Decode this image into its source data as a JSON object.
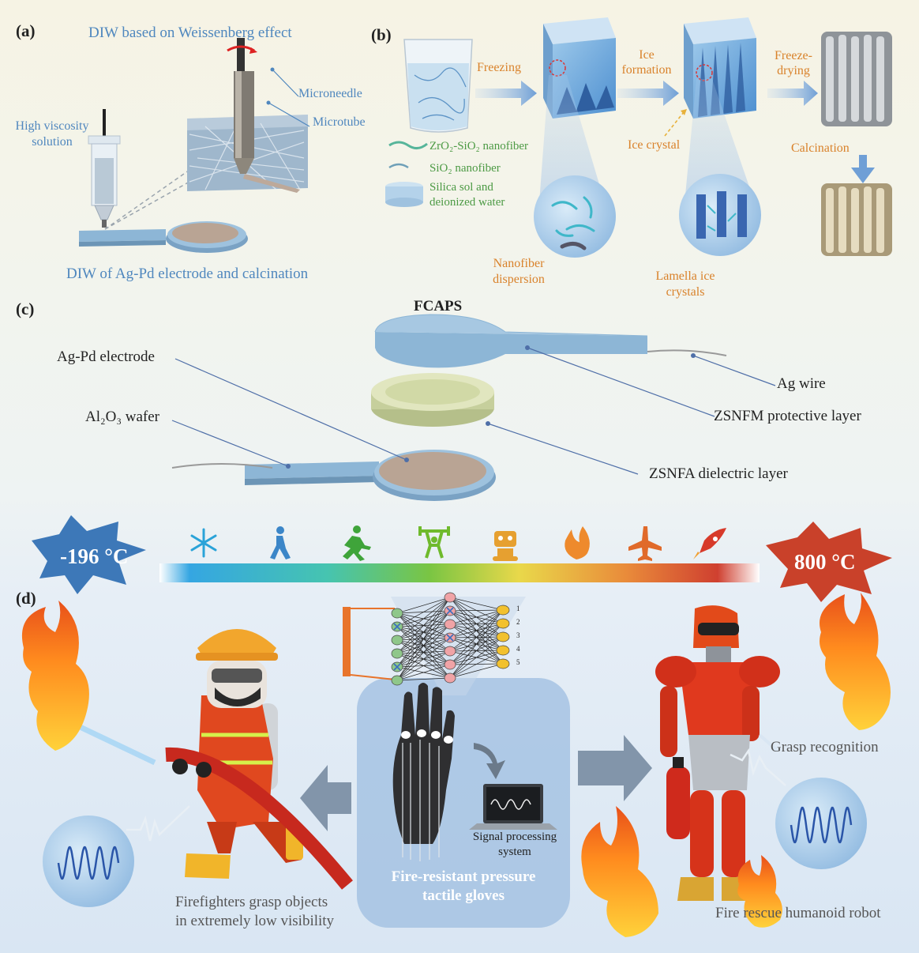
{
  "panels": {
    "a": "(a)",
    "b": "(b)",
    "c": "(c)",
    "d": "(d)"
  },
  "a": {
    "title": "DIW based on Weissenberg effect",
    "microneedle": "Microneedle",
    "microtube": "Microtube",
    "high_viscosity_1": "High viscosity",
    "high_viscosity_2": "solution",
    "bottom": "DIW of Ag-Pd electrode and calcination"
  },
  "b": {
    "freezing": "Freezing",
    "ice_formation_1": "Ice",
    "ice_formation_2": "formation",
    "freeze_drying_1": "Freeze-",
    "freeze_drying_2": "drying",
    "ice_crystal": "Ice crystal",
    "calcination": "Calcination",
    "legend_zro2_sio2": "ZrO₂-SiO₂ nanofiber",
    "legend_sio2": "SiO₂ nanofiber",
    "legend_sol_1": "Silica sol and",
    "legend_sol_2": "deionized water",
    "nanofiber_dispersion_1": "Nanofiber",
    "nanofiber_dispersion_2": "dispersion",
    "lamella_1": "Lamella ice",
    "lamella_2": "crystals"
  },
  "c": {
    "title": "FCAPS",
    "ag_pd_electrode": "Ag-Pd electrode",
    "al2o3_wafer": "Al₂O₃ wafer",
    "ag_wire": "Ag wire",
    "zsnfm": "ZSNFM protective layer",
    "zsnfa": "ZSNFA dielectric layer"
  },
  "temps": {
    "low": "-196 °C",
    "high": "800 °C"
  },
  "temperature_icons": [
    "snowflake-icon",
    "walking-person-icon",
    "running-person-icon",
    "weightlifting-icon",
    "robot-icon",
    "flame-icon",
    "airplane-icon",
    "rocket-icon"
  ],
  "d": {
    "neuron_outputs": [
      "1",
      "2",
      "3",
      "4",
      "5"
    ],
    "signal_1": "Signal processing",
    "signal_2": "system",
    "glove_1": "Fire-resistant pressure",
    "glove_2": "tactile gloves",
    "grasp_recognition": "Grasp recognition",
    "firefighter_1": "Firefighters grasp objects",
    "firefighter_2": "in extremely low visibility",
    "robot": "Fire rescue humanoid robot"
  },
  "colors": {
    "label_blue": "#4f87be",
    "label_orange": "#d9822b",
    "label_green": "#4c9a44",
    "cold_badge": "#3d78b8",
    "hot_badge": "#c9412a",
    "glove_panel": "#9dbde0"
  }
}
